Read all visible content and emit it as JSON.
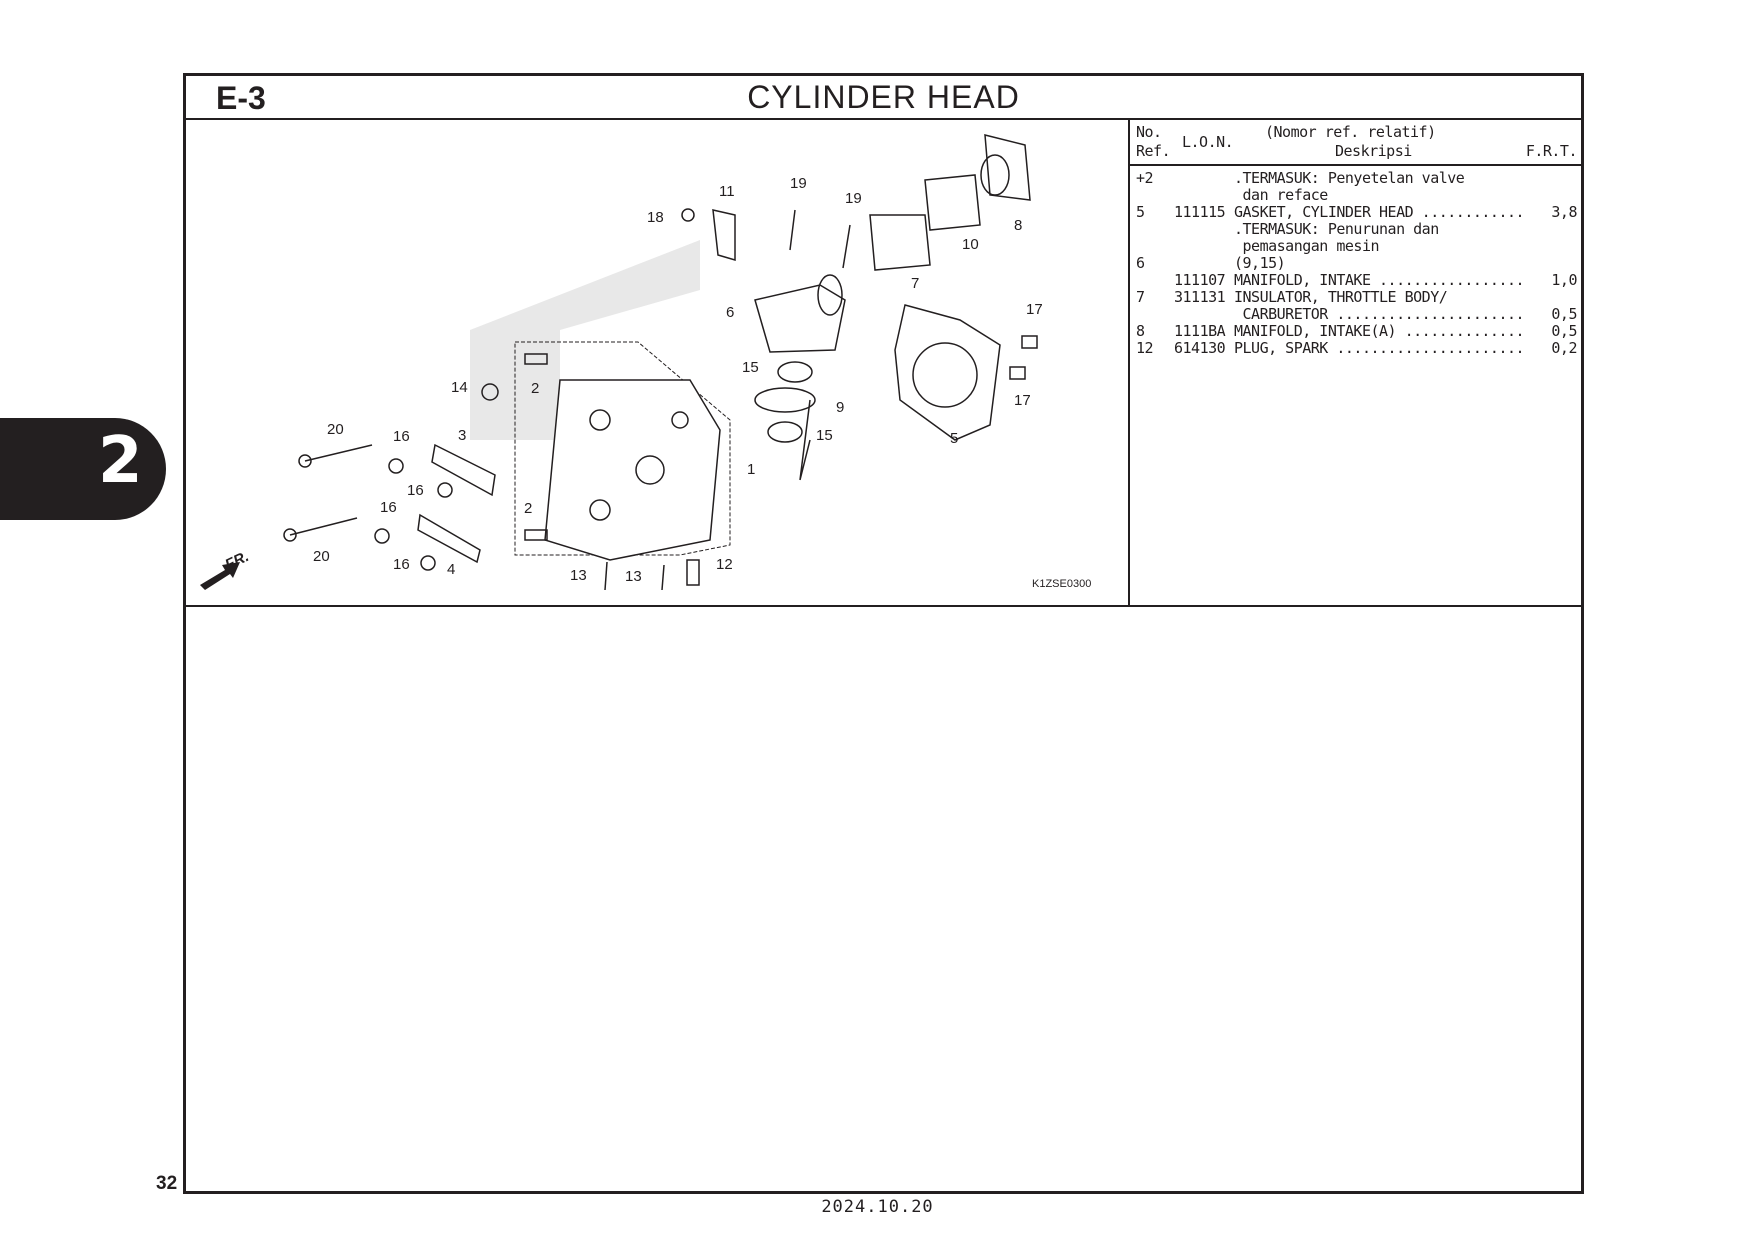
{
  "section_code": "E-3",
  "title": "CYLINDER HEAD",
  "side_tab": "2",
  "page_number": "32",
  "date": "2024.10.20",
  "table": {
    "headers": {
      "no": "No.",
      "ref": "Ref.",
      "lon": "L.O.N.",
      "desc_top": "(Nomor ref. relatif)",
      "desc": "Deskripsi",
      "frt": "F.R.T."
    },
    "rows": [
      {
        "ref": "+2",
        "lon": "",
        "desc": ".TERMASUK: Penyetelan valve",
        "frt": ""
      },
      {
        "ref": "",
        "lon": "",
        "desc": " dan reface",
        "frt": ""
      },
      {
        "ref": "5",
        "lon": "111115",
        "desc": "GASKET, CYLINDER HEAD ............",
        "frt": "3,8"
      },
      {
        "ref": "",
        "lon": "",
        "desc": ".TERMASUK: Penurunan dan",
        "frt": ""
      },
      {
        "ref": "",
        "lon": "",
        "desc": " pemasangan mesin",
        "frt": ""
      },
      {
        "ref": "6",
        "lon": "",
        "desc": "(9,15)",
        "frt": ""
      },
      {
        "ref": "",
        "lon": "111107",
        "desc": "MANIFOLD, INTAKE .................",
        "frt": "1,0"
      },
      {
        "ref": "7",
        "lon": "311131",
        "desc": "INSULATOR, THROTTLE BODY/",
        "frt": ""
      },
      {
        "ref": "",
        "lon": "",
        "desc": " CARBURETOR ......................",
        "frt": "0,5"
      },
      {
        "ref": "8",
        "lon": "1111BA",
        "desc": "MANIFOLD, INTAKE(A) ..............",
        "frt": "0,5"
      },
      {
        "ref": "12",
        "lon": "614130",
        "desc": "PLUG, SPARK ......................",
        "frt": "0,2"
      }
    ]
  },
  "diagram": {
    "figure_code": "K1ZSE0300",
    "front_label": "FR.",
    "callouts": [
      "11",
      "19",
      "19",
      "18",
      "10",
      "8",
      "7",
      "6",
      "17",
      "15",
      "9",
      "15",
      "17",
      "5",
      "14",
      "2",
      "1",
      "20",
      "16",
      "3",
      "16",
      "16",
      "2",
      "20",
      "16",
      "4",
      "13",
      "13",
      "12"
    ]
  }
}
